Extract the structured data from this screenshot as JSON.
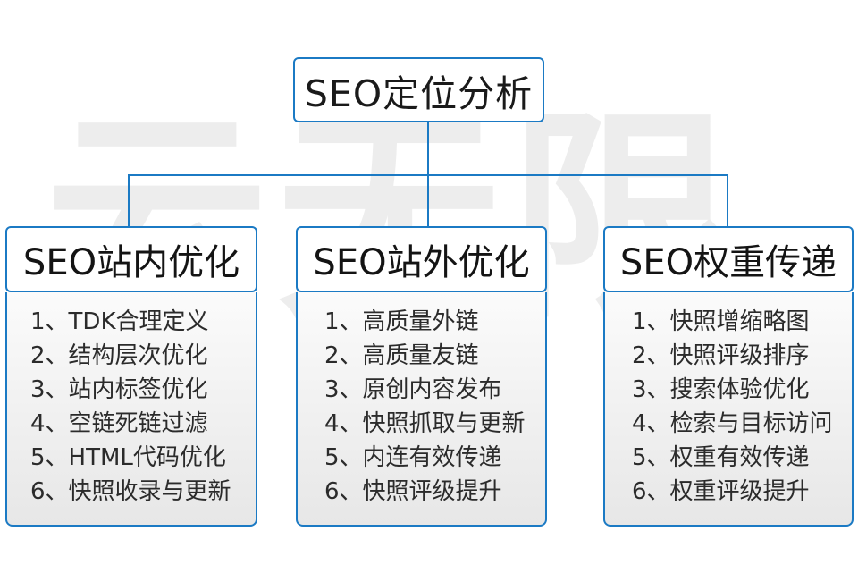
{
  "diagram": {
    "watermark_text": "云无限",
    "accent_color": "#1b7ac4",
    "root": {
      "label": "SEO定位分析"
    },
    "columns": [
      {
        "header": "SEO站内优化",
        "items": [
          "1、TDK合理定义",
          "2、结构层次优化",
          "3、站内标签优化",
          "4、空链死链过滤",
          "5、HTML代码优化",
          "6、快照收录与更新"
        ]
      },
      {
        "header": "SEO站外优化",
        "items": [
          "1、高质量外链",
          "2、高质量友链",
          "3、原创内容发布",
          "4、快照抓取与更新",
          "5、内连有效传递",
          "6、快照评级提升"
        ]
      },
      {
        "header": "SEO权重传递",
        "items": [
          "1、快照增缩略图",
          "2、快照评级排序",
          "3、搜索体验优化",
          "4、检索与目标访问",
          "5、权重有效传递",
          "6、权重评级提升"
        ]
      }
    ]
  }
}
